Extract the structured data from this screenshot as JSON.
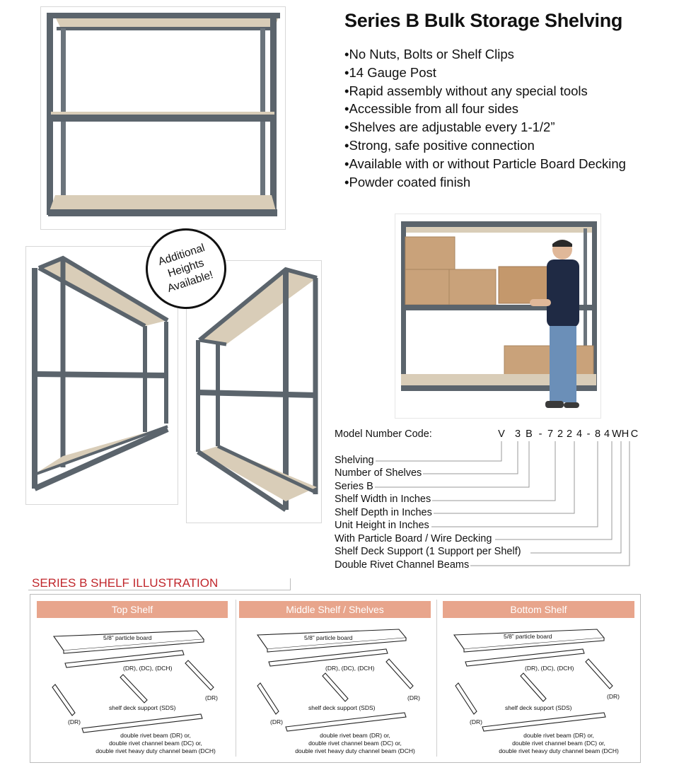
{
  "title": "Series B Bulk Storage Shelving",
  "features": [
    "No Nuts, Bolts or Shelf Clips",
    "14 Gauge Post",
    "Rapid assembly without any special tools",
    "Accessible from all four sides",
    "Shelves are adjustable every 1-1/2”",
    "Strong, safe positive connection",
    "Available with or without Particle Board Decking",
    "Powder coated finish"
  ],
  "badge": [
    "Additional",
    "Heights",
    "Available!"
  ],
  "model_code": {
    "label": "Model Number Code:",
    "chars": [
      "V",
      "3",
      "B",
      "-",
      "7",
      "2",
      "2",
      "4",
      "-",
      "8",
      "4",
      "W",
      "H",
      "C"
    ],
    "legend": [
      "Shelving",
      "Number of Shelves",
      "Series B",
      "Shelf Width in Inches",
      "Shelf Depth in Inches",
      "Unit Height in Inches",
      "With Particle Board / Wire Decking",
      "Shelf Deck Support (1 Support per Shelf)",
      "Double Rivet Channel Beams"
    ]
  },
  "illustration": {
    "title": "SERIES B SHELF ILLUSTRATION",
    "panels": [
      {
        "label": "Top Shelf"
      },
      {
        "label": "Middle Shelf / Shelves"
      },
      {
        "label": "Bottom Shelf"
      }
    ],
    "particle_board": "5/8” particle board",
    "beam_codes": "(DR), (DC), (DCH)",
    "dr": "(DR)",
    "deck_support": "shelf deck support (SDS)",
    "beam_lines": [
      "double rivet beam (DR) or,",
      "double rivet channel beam (DC) or,",
      "double rivet heavy duty channel beam (DCH)"
    ]
  },
  "colors": {
    "frame": "#5b646c",
    "deck": "#d9cdb8",
    "box": "#c9a27a",
    "accent_red": "#c0262b",
    "panel_header": "#e8a58c"
  }
}
